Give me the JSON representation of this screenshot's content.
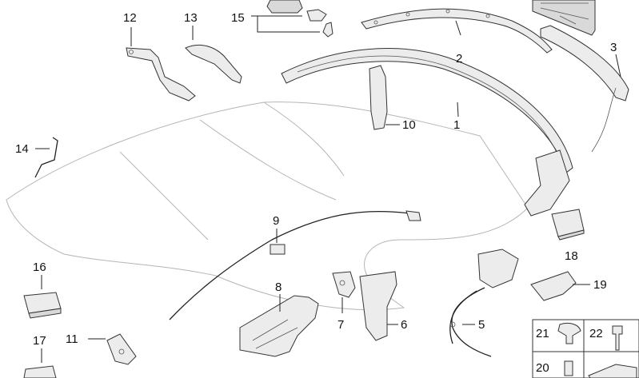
{
  "diagram": {
    "callouts": [
      {
        "id": "c12",
        "label": "12"
      },
      {
        "id": "c13",
        "label": "13"
      },
      {
        "id": "c15",
        "label": "15"
      },
      {
        "id": "c2",
        "label": "2"
      },
      {
        "id": "c3",
        "label": "3"
      },
      {
        "id": "c1",
        "label": "1"
      },
      {
        "id": "c10",
        "label": "10"
      },
      {
        "id": "c14",
        "label": "14"
      },
      {
        "id": "c9",
        "label": "9"
      },
      {
        "id": "c18",
        "label": "18"
      },
      {
        "id": "c16",
        "label": "16"
      },
      {
        "id": "c8",
        "label": "8"
      },
      {
        "id": "c19",
        "label": "19"
      },
      {
        "id": "c7",
        "label": "7"
      },
      {
        "id": "c6",
        "label": "6"
      },
      {
        "id": "c5",
        "label": "5"
      },
      {
        "id": "c17",
        "label": "17"
      },
      {
        "id": "c11",
        "label": "11"
      },
      {
        "id": "c21",
        "label": "21"
      },
      {
        "id": "c22",
        "label": "22"
      },
      {
        "id": "c20",
        "label": "20"
      }
    ]
  }
}
